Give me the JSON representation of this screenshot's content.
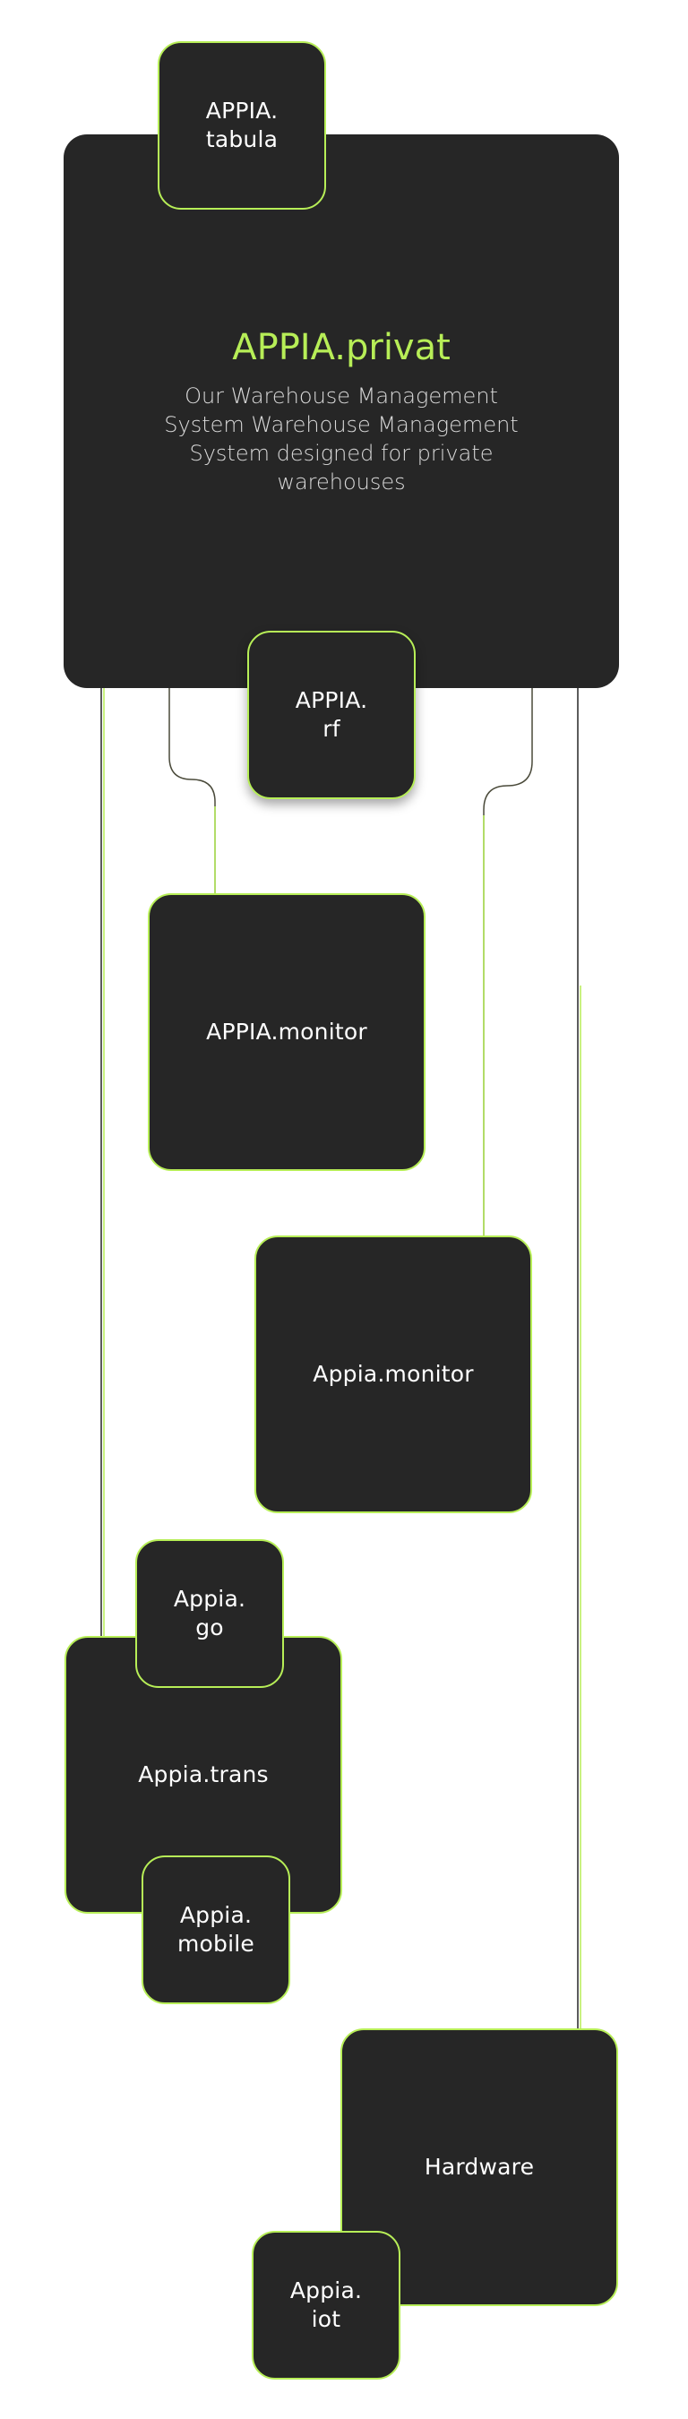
{
  "nodes": {
    "tabula": "APPIA.\ntabula",
    "privat_title": "APPIA.privat",
    "privat_desc": "Our Warehouse Management System Warehouse Management System designed for private warehouses",
    "rf": "APPIA.\nrf",
    "monitor_upper": "APPIA.monitor",
    "monitor_lower": "Appia.monitor",
    "go": "Appia.\ngo",
    "trans": "Appia.trans",
    "mobile": "Appia.\nmobile",
    "hardware": "Hardware",
    "iot": "Appia.\niot"
  },
  "colors": {
    "accent": "#b7ee57",
    "card_bg": "#262626",
    "dark_line": "#262626",
    "text": "#ffffff",
    "desc_text": "#d9d9d9"
  }
}
